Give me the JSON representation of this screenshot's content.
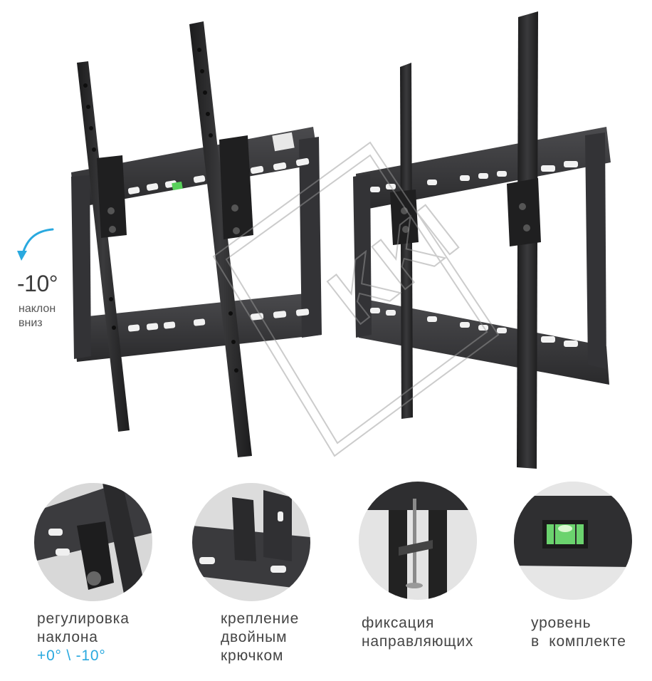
{
  "tilt": {
    "value": "-10°",
    "caption_line1": "наклон",
    "caption_line2": "вниз"
  },
  "watermark": "KKI",
  "features": [
    {
      "id": "tilt",
      "icon": "tilt-adjust-photo",
      "lines": [
        "регулировка",
        "наклона",
        "+0° \\ -10°"
      ]
    },
    {
      "id": "hook",
      "icon": "double-hook-photo",
      "lines": [
        "крепление",
        "двойным",
        "крючком"
      ]
    },
    {
      "id": "lock",
      "icon": "guide-lock-photo",
      "lines": [
        "фиксация",
        "направляющих"
      ]
    },
    {
      "id": "level",
      "icon": "bubble-level-photo",
      "lines": [
        "уровень",
        "в  комплекте"
      ]
    }
  ],
  "colors": {
    "accent": "#29a9df",
    "metal": "#2e2e30",
    "metal_light": "#4a4a4d"
  }
}
